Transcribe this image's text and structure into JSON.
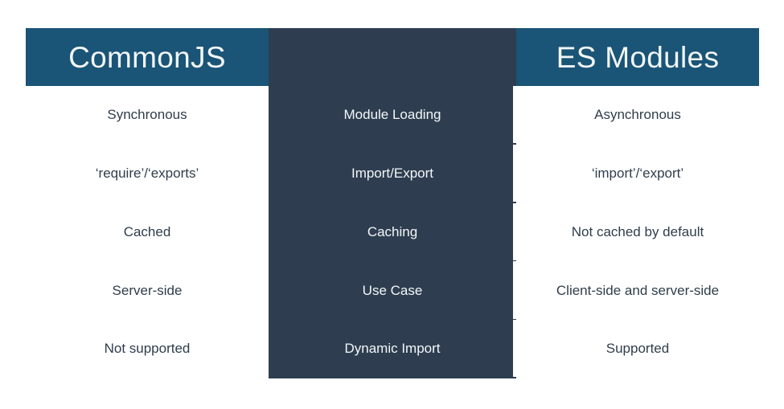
{
  "table": {
    "headers": {
      "left": "CommonJS",
      "middle": "",
      "right": "ES Modules"
    },
    "rows": [
      {
        "left": "Synchronous",
        "middle": "Module Loading",
        "right": "Asynchronous"
      },
      {
        "left": "‘require’/‘exports’",
        "middle": "Import/Export",
        "right": "‘import’/‘export’"
      },
      {
        "left": "Cached",
        "middle": "Caching",
        "right": "Not cached by default"
      },
      {
        "left": "Server-side",
        "middle": "Use Case",
        "right": "Client-side and server-side"
      },
      {
        "left": "Not supported",
        "middle": "Dynamic Import",
        "right": "Supported"
      }
    ],
    "colors": {
      "header_blue": "#1a5476",
      "middle_dark": "#2e3e50",
      "body_text": "#2f3d4c",
      "header_text": "#f2f6f8",
      "background": "#ffffff",
      "divider": "#2e3e50"
    }
  }
}
